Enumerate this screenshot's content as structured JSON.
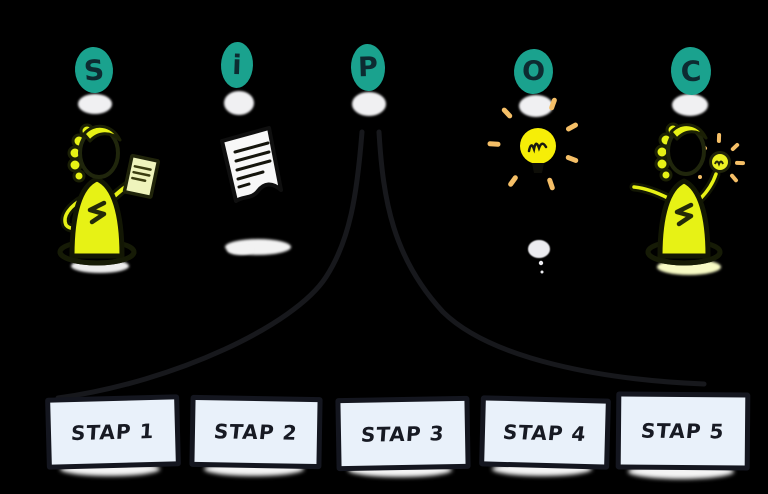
{
  "sipoc": {
    "letters": [
      "S",
      "i",
      "P",
      "O",
      "C"
    ],
    "icons": [
      "supplier-person-icon",
      "input-document-icon",
      "process-branch-lines",
      "output-lightbulb-icon",
      "customer-person-icon"
    ],
    "colors": {
      "background": "#000000",
      "letter_circle": "#1AA28E",
      "letter_text": "#0D2B31",
      "figure_yellow": "#E7F215",
      "ray_orange": "#F5BF67",
      "note_paper": "#EFF4BC",
      "document_white": "#F8F8F8",
      "shadow_white": "#F0F0F2",
      "shadow_pale_yellow": "#F7FAC4"
    }
  },
  "steps": {
    "labels": [
      "STAP 1",
      "STAP 2",
      "STAP 3",
      "STAP 4",
      "STAP 5"
    ],
    "box_fill": "#E9F1FA",
    "box_border": "#14161F",
    "box_text": "#171A23"
  }
}
